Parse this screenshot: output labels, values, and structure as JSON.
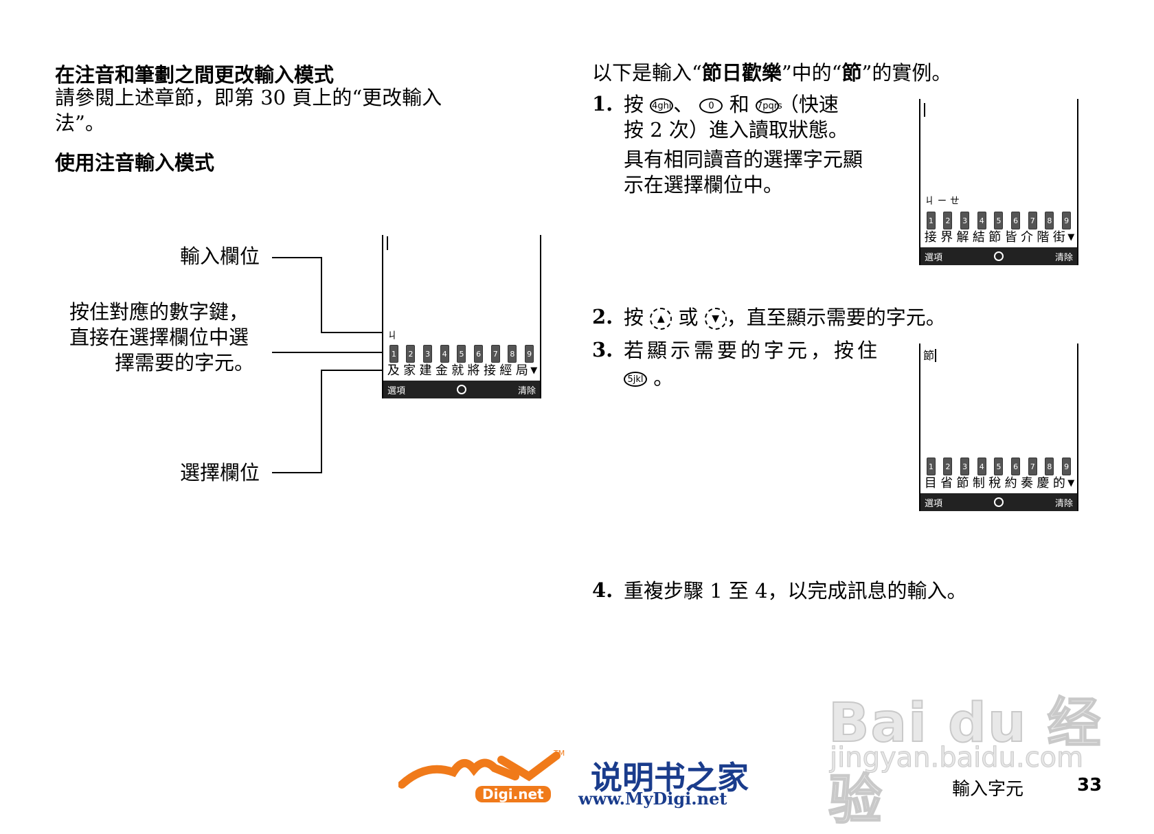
{
  "left": {
    "heading1": "在注音和筆劃之間更改輸入模式",
    "para1_line1": "請參閱上述章節，即第 30 頁上的“更改輸入",
    "para1_line2": "法”。",
    "heading2": "使用注音輸入模式",
    "callout_input": "輸入欄位",
    "callout_press_l1": "按住對應的數字鍵，",
    "callout_press_l2": "直接在選擇欄位中選",
    "callout_press_l3": "擇需要的字元。",
    "callout_select": "選擇欄位",
    "screen": {
      "bopomofo": "ㄐ",
      "keys": [
        "1",
        "2",
        "3",
        "4",
        "5",
        "6",
        "7",
        "8",
        "9"
      ],
      "candidates": [
        "及",
        "家",
        "建",
        "金",
        "就",
        "將",
        "接",
        "經",
        "局"
      ],
      "soft_left": "選項",
      "soft_right": "清除"
    }
  },
  "right": {
    "intro_pre": "以下是輸入“",
    "intro_word": "節日歡樂",
    "intro_mid": "”中的“",
    "intro_char": "節",
    "intro_post": "”的實例。",
    "step1_num": "1.",
    "step1_l1a": "按",
    "step1_key1": "4ghi",
    "step1_sep": "、",
    "step1_key2": "0",
    "step1_and": "和",
    "step1_key3": "7pqrs",
    "step1_l1b": "（快速",
    "step1_l2": "按 2 次）進入讀取狀態。",
    "step1_l3": "具有相同讀音的選擇字元顯",
    "step1_l4": "示在選擇欄位中。",
    "screen1": {
      "bopomofo": "ㄐ ㄧ ㄝ",
      "keys": [
        "1",
        "2",
        "3",
        "4",
        "5",
        "6",
        "7",
        "8",
        "9"
      ],
      "candidates": [
        "接",
        "界",
        "解",
        "結",
        "節",
        "皆",
        "介",
        "階",
        "街"
      ],
      "soft_left": "選項",
      "soft_right": "清除"
    },
    "step2_num": "2.",
    "step2_a": "按",
    "step2_b": "或",
    "step2_c": "，直至顯示需要的字元。",
    "step3_num": "3.",
    "step3_l1": "若顯示需要的字元，按住",
    "step3_key": "5jkl",
    "step3_end": "。",
    "screen2": {
      "input_text": "節",
      "keys": [
        "1",
        "2",
        "3",
        "4",
        "5",
        "6",
        "7",
        "8",
        "9"
      ],
      "candidates": [
        "目",
        "省",
        "節",
        "制",
        "稅",
        "約",
        "奏",
        "慶",
        "的"
      ],
      "soft_left": "選項",
      "soft_right": "清除"
    },
    "step4_num": "4.",
    "step4_text": "重複步驟 1 至 4，以完成訊息的輸入。"
  },
  "footer": {
    "logo_text": "my",
    "logo_tm": "TM",
    "logo_badge": "Digi.net",
    "logo_cn": "说明书之家",
    "logo_url": "www.MyDigi.net",
    "watermark_main": "Bai du 经验",
    "watermark_url": "jingyan.baidu.com",
    "section": "輸入字元",
    "page": "33"
  },
  "colors": {
    "logo_orange": "#f07a1a",
    "logo_blue": "#1a3c8c",
    "softbar": "#222222"
  }
}
